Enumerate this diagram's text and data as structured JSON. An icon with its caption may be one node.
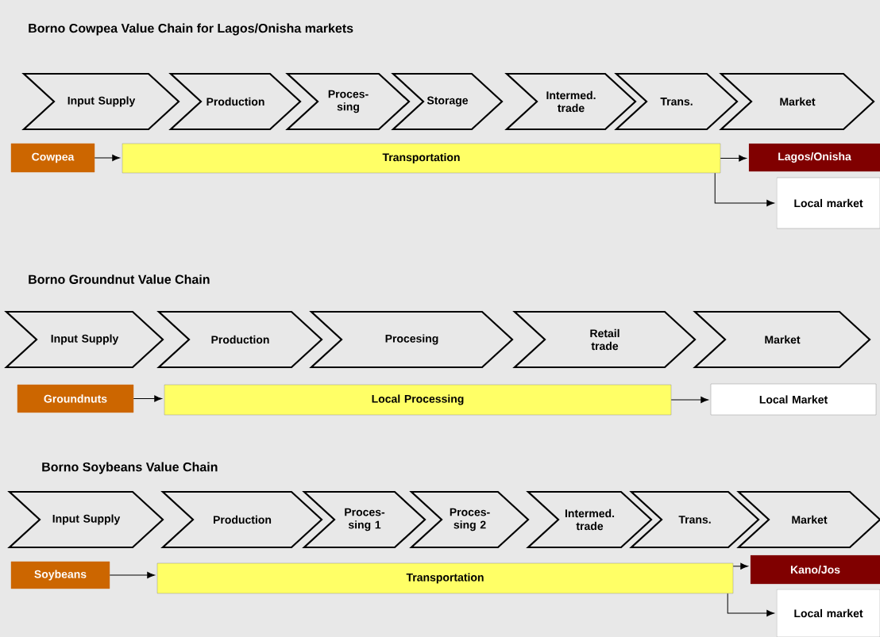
{
  "diagram": {
    "nodes": [
      {
        "text": [
          "Input Supply"
        ]
      },
      {
        "text": [
          "Production"
        ]
      },
      {
        "text": [
          "Proces- sing"
        ]
      },
      {
        "text": [
          "Storage"
        ]
      },
      {
        "text": [
          "Intermed. trade"
        ]
      },
      {
        "text": [
          "Trans."
        ]
      },
      {
        "text": [
          "Market"
        ]
      },
      {
        "text": [
          "Cowpea"
        ]
      },
      {
        "text": [
          "Transportation"
        ]
      },
      {
        "text": [
          "Lagos/Onisha"
        ]
      },
      {
        "text": [
          "Local market"
        ]
      },
      {
        "text": [
          "Input Supply"
        ]
      },
      {
        "text": [
          "Production"
        ]
      },
      {
        "text": [
          "Procesing"
        ]
      },
      {
        "text": [
          "Retail trade"
        ]
      },
      {
        "text": [
          "Market"
        ]
      },
      {
        "text": [
          "Groundnuts"
        ]
      },
      {
        "text": [
          "Local Processing"
        ]
      },
      {
        "text": [
          "Local Market"
        ]
      },
      {
        "text": [
          "Input Supply"
        ]
      },
      {
        "text": [
          "Production"
        ]
      },
      {
        "text": [
          "Proces- sing 1"
        ]
      },
      {
        "text": [
          "Proces- sing 2"
        ]
      },
      {
        "text": [
          "Intermed. trade"
        ]
      },
      {
        "text": [
          "Trans."
        ]
      },
      {
        "text": [
          "Market"
        ]
      },
      {
        "text": [
          "Soybeans"
        ]
      },
      {
        "text": [
          "Transportation"
        ]
      },
      {
        "text": [
          "Kano/Jos"
        ]
      },
      {
        "text": [
          "Local market"
        ]
      }
    ],
    "edges": [
      {
        "from": 7,
        "to": 8,
        "arrow": "to"
      },
      {
        "from": 8,
        "to": 9,
        "arrow": "to"
      },
      {
        "from": 8,
        "to": 10,
        "arrow": "to"
      },
      {
        "from": 16,
        "to": 17,
        "arrow": "to"
      },
      {
        "from": 17,
        "to": 18,
        "arrow": "to"
      },
      {
        "from": 26,
        "to": 27,
        "arrow": "to"
      },
      {
        "from": 27,
        "to": 28,
        "arrow": "to"
      },
      {
        "from": 27,
        "to": 29,
        "arrow": "to"
      }
    ],
    "labels": [
      "Borno Cowpea Value Chain for Lagos/Onisha markets",
      "Borno Groundnut Value Chain",
      "Borno Soybeans Value Chain"
    ]
  }
}
